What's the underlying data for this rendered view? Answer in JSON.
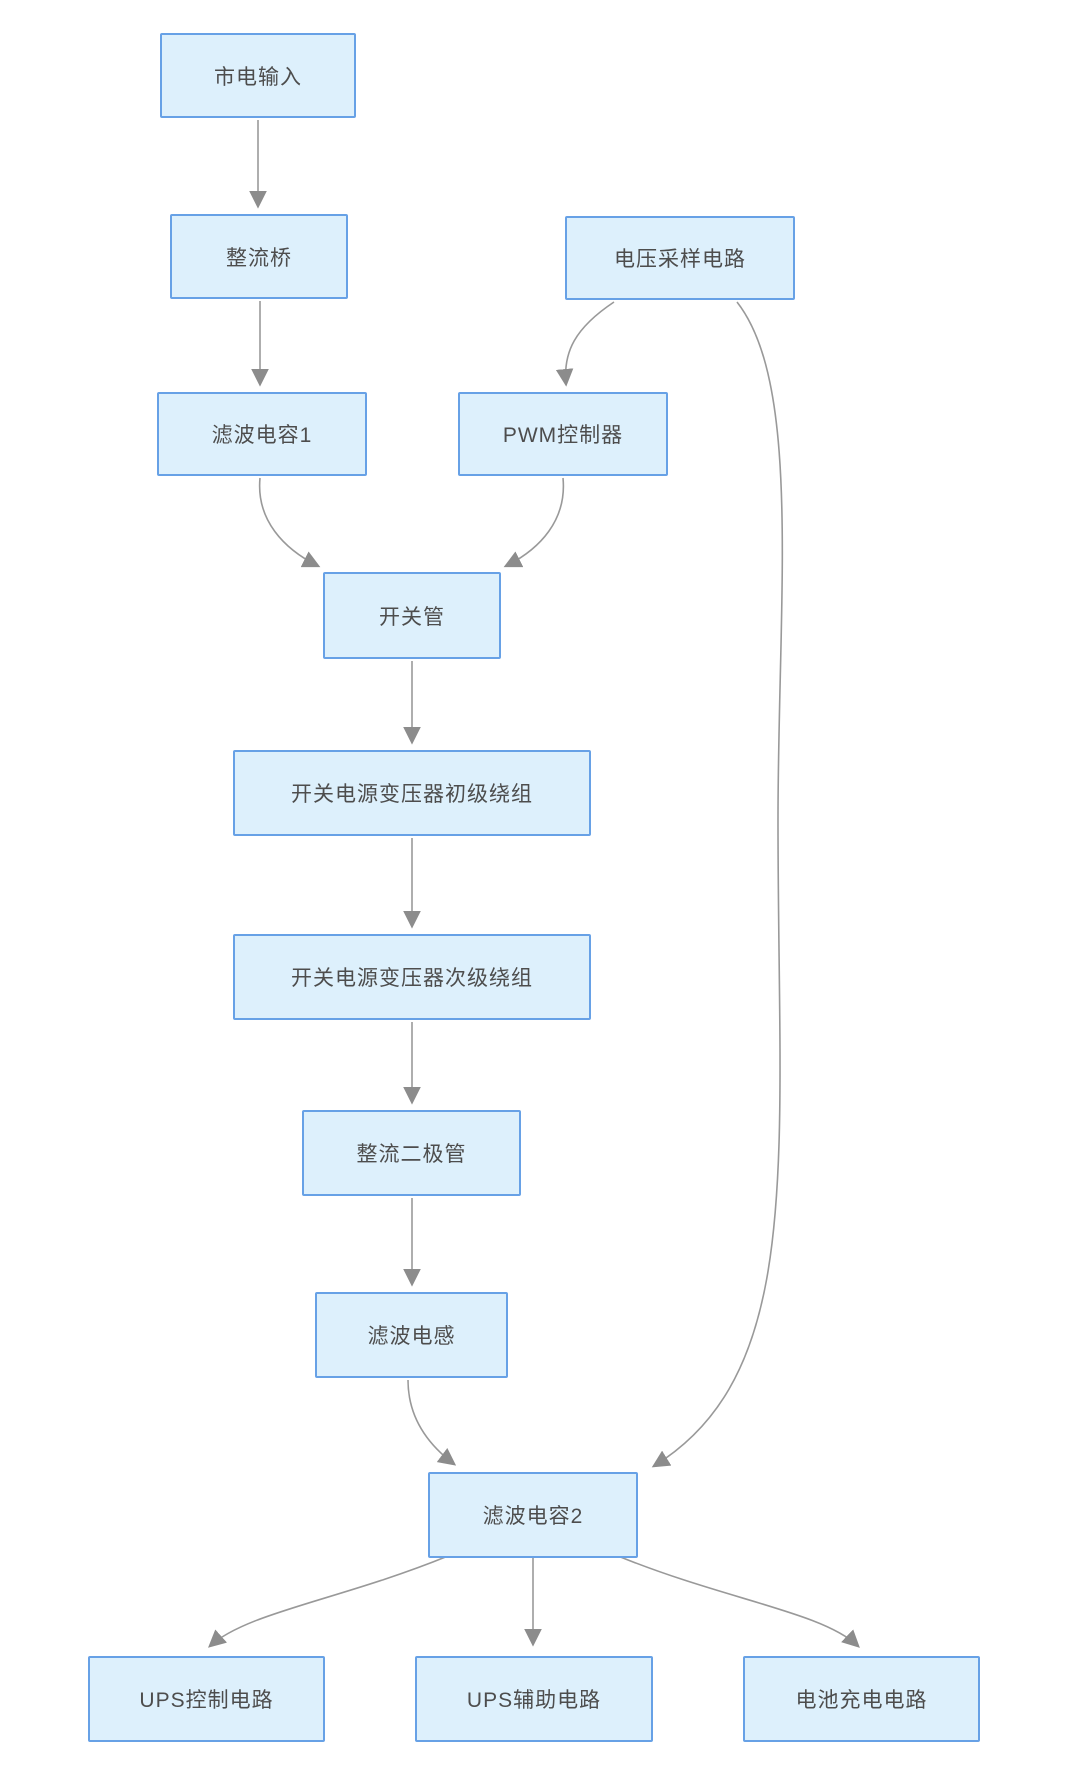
{
  "diagram": {
    "type": "flowchart",
    "nodes": [
      {
        "id": "mains-input",
        "label": "市电输入"
      },
      {
        "id": "rectifier-bridge",
        "label": "整流桥"
      },
      {
        "id": "voltage-sampling-circuit",
        "label": "电压采样电路"
      },
      {
        "id": "filter-capacitor-1",
        "label": "滤波电容1"
      },
      {
        "id": "pwm-controller",
        "label": "PWM控制器"
      },
      {
        "id": "switching-transistor",
        "label": "开关管"
      },
      {
        "id": "smps-transformer-primary-winding",
        "label": "开关电源变压器初级绕组"
      },
      {
        "id": "smps-transformer-secondary-winding",
        "label": "开关电源变压器次级绕组"
      },
      {
        "id": "rectifier-diode",
        "label": "整流二极管"
      },
      {
        "id": "filter-inductor",
        "label": "滤波电感"
      },
      {
        "id": "filter-capacitor-2",
        "label": "滤波电容2"
      },
      {
        "id": "ups-control-circuit",
        "label": "UPS控制电路"
      },
      {
        "id": "ups-auxiliary-circuit",
        "label": "UPS辅助电路"
      },
      {
        "id": "battery-charging-circuit",
        "label": "电池充电电路"
      }
    ],
    "edges": [
      {
        "from": "mains-input",
        "to": "rectifier-bridge"
      },
      {
        "from": "rectifier-bridge",
        "to": "filter-capacitor-1"
      },
      {
        "from": "voltage-sampling-circuit",
        "to": "pwm-controller"
      },
      {
        "from": "voltage-sampling-circuit",
        "to": "filter-capacitor-2"
      },
      {
        "from": "filter-capacitor-1",
        "to": "switching-transistor"
      },
      {
        "from": "pwm-controller",
        "to": "switching-transistor"
      },
      {
        "from": "switching-transistor",
        "to": "smps-transformer-primary-winding"
      },
      {
        "from": "smps-transformer-primary-winding",
        "to": "smps-transformer-secondary-winding"
      },
      {
        "from": "smps-transformer-secondary-winding",
        "to": "rectifier-diode"
      },
      {
        "from": "rectifier-diode",
        "to": "filter-inductor"
      },
      {
        "from": "filter-inductor",
        "to": "filter-capacitor-2"
      },
      {
        "from": "filter-capacitor-2",
        "to": "ups-control-circuit"
      },
      {
        "from": "filter-capacitor-2",
        "to": "ups-auxiliary-circuit"
      },
      {
        "from": "filter-capacitor-2",
        "to": "battery-charging-circuit"
      }
    ],
    "colors": {
      "background": "#FFFFFF",
      "node_fill": "#DDF0FC",
      "node_border": "#67A1E6",
      "node_text": "#4D4D4D",
      "edge_line": "#999999",
      "arrowhead": "#8C8C8C"
    }
  }
}
